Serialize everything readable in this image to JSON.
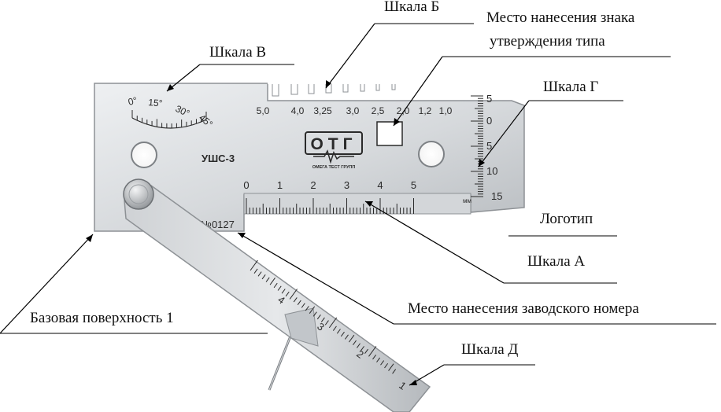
{
  "labels": {
    "scale_b": "Шкала Б",
    "type_mark_line1": "Место нанесения знака",
    "type_mark_line2": "утверждения типа",
    "scale_v": "Шкала В",
    "scale_g": "Шкала Г",
    "logo": "Логотип",
    "scale_a": "Шкала А",
    "serial_place": "Место нанесения заводского номера",
    "base_surface": "Базовая поверхность 1",
    "scale_d": "Шкала Д"
  },
  "gauge": {
    "model": "УШС-3",
    "serial": "№0127",
    "logo_text": "ОТГ",
    "company": "ОМЕГА ТЕСТ ГРУПП",
    "unit": "мм",
    "scale_b_values": [
      "5,0",
      "4,0",
      "3,25",
      "3,0",
      "2,5",
      "2,0",
      "1,2",
      "1,0"
    ],
    "scale_a_values": [
      "0",
      "1",
      "2",
      "3",
      "4",
      "5"
    ],
    "scale_g_values": [
      "5",
      "0",
      "5",
      "10",
      "15"
    ],
    "scale_v_values": [
      "0°",
      "15°",
      "30°",
      "45°"
    ],
    "scale_d_values": [
      "4",
      "3",
      "2",
      "1"
    ]
  },
  "colors": {
    "steel_light": "#e4e6e8",
    "steel_mid": "#c9cccf",
    "steel_dark": "#9ea2a6",
    "engraving": "#2a2a2a"
  }
}
